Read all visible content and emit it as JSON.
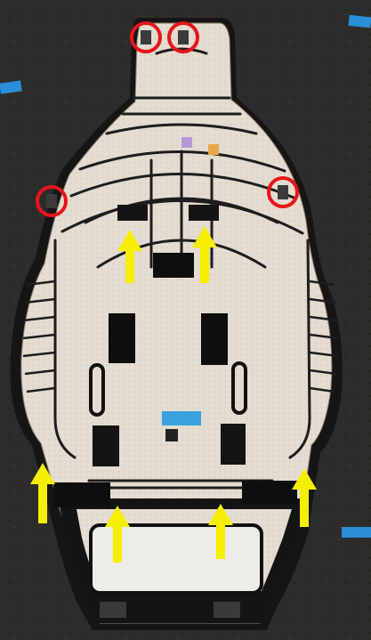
{
  "photo": {
    "subject": "seat-back-panel",
    "colors": {
      "floor": "#2e2c2a",
      "felt": "#e4dcd0",
      "frame": "#1c1c1c",
      "arrow": "#f6f000",
      "circle": "#e8141b",
      "tape": "#2a8fd6",
      "label_blue": "#3aa3de"
    },
    "marker_icons": [
      "up-arrow-icon",
      "red-circle-icon"
    ],
    "yellow_arrow_count": 6,
    "red_circle_count": 4
  }
}
